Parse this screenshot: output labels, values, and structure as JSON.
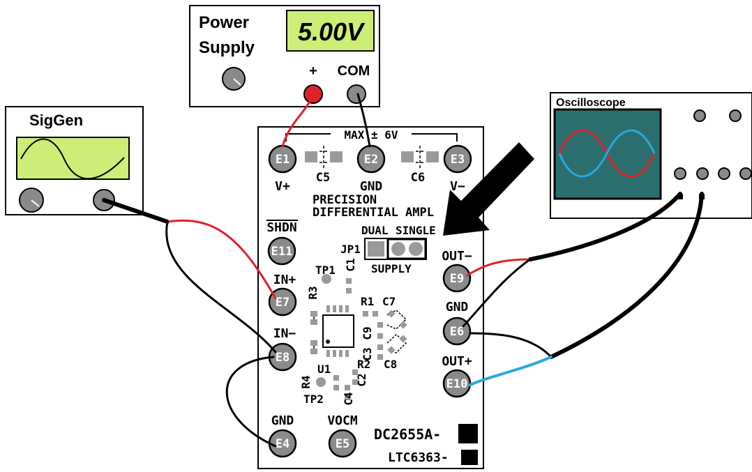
{
  "power_supply": {
    "title_line1": "Power",
    "title_line2": "Supply",
    "display_value": "5.00V",
    "display_color": "#ccee77",
    "terminal_plus": "+",
    "terminal_com": "COM"
  },
  "siggen": {
    "title": "SigGen",
    "display_color": "#ccee77"
  },
  "oscilloscope": {
    "title": "Oscilloscope",
    "screen_color": "#2c6e6e",
    "trace_red": "#e0202a",
    "trace_blue": "#2aa8e0"
  },
  "board": {
    "max_label": "MAX ± 6V",
    "title_line1": "PRECISION",
    "title_line2": "DIFFERENTIAL  AMPL",
    "jumper": {
      "name": "JP1",
      "left_label": "DUAL",
      "right_label": "SINGLE",
      "bottom_label": "SUPPLY"
    },
    "pads": {
      "E1": "E1",
      "E2": "E2",
      "E3": "E3",
      "E11": "E11",
      "E7": "E7",
      "E8": "E8",
      "E4": "E4",
      "E5": "E5",
      "E9": "E9",
      "E6": "E6",
      "E10": "E10"
    },
    "pad_labels": {
      "vplus": "V+",
      "gnd_top": "GND",
      "vminus": "V−",
      "shdn": "SHDN",
      "inplus": "IN+",
      "inminus": "IN−",
      "gnd_bottom": "GND",
      "vocm": "VOCM",
      "outminus": "OUT−",
      "gnd_right": "GND",
      "outplus": "OUT+"
    },
    "components": {
      "c5": "C5",
      "c6": "C6",
      "c1": "C1",
      "r3": "R3",
      "tp1": "TP1",
      "r1": "R1",
      "c7": "C7",
      "c9": "C9",
      "c3": "C3",
      "r2": "R2",
      "c8": "C8",
      "u1": "U1",
      "r4": "R4",
      "c2": "C2",
      "c4": "C4",
      "tp2": "TP2"
    },
    "part_numbers": {
      "dc": "DC2655A-",
      "ltc": "LTC6363-"
    }
  },
  "wire_colors": {
    "black": "#000000",
    "red": "#e0202a",
    "blue": "#2aa8e0"
  }
}
